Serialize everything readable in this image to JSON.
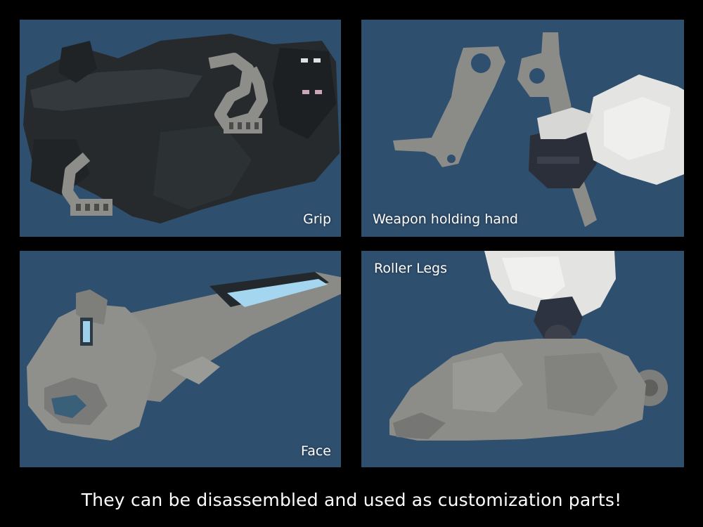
{
  "panels": [
    {
      "label": "Grip",
      "background": "#2f4f6e"
    },
    {
      "label": "Weapon holding hand",
      "background": "#2f4f6e"
    },
    {
      "label": "Face",
      "background": "#2f4f6e"
    },
    {
      "label": "Roller Legs",
      "background": "#2f4f6e"
    }
  ],
  "caption": "They can be disassembled and used as customization parts!",
  "colors": {
    "page_background": "#000000",
    "panel_background": "#2f4f6e",
    "dark_armor": "#262a2d",
    "gray_part": "#8a8a87",
    "white_armor": "#e6e6e4",
    "visor_blue": "#9fd2ee"
  }
}
